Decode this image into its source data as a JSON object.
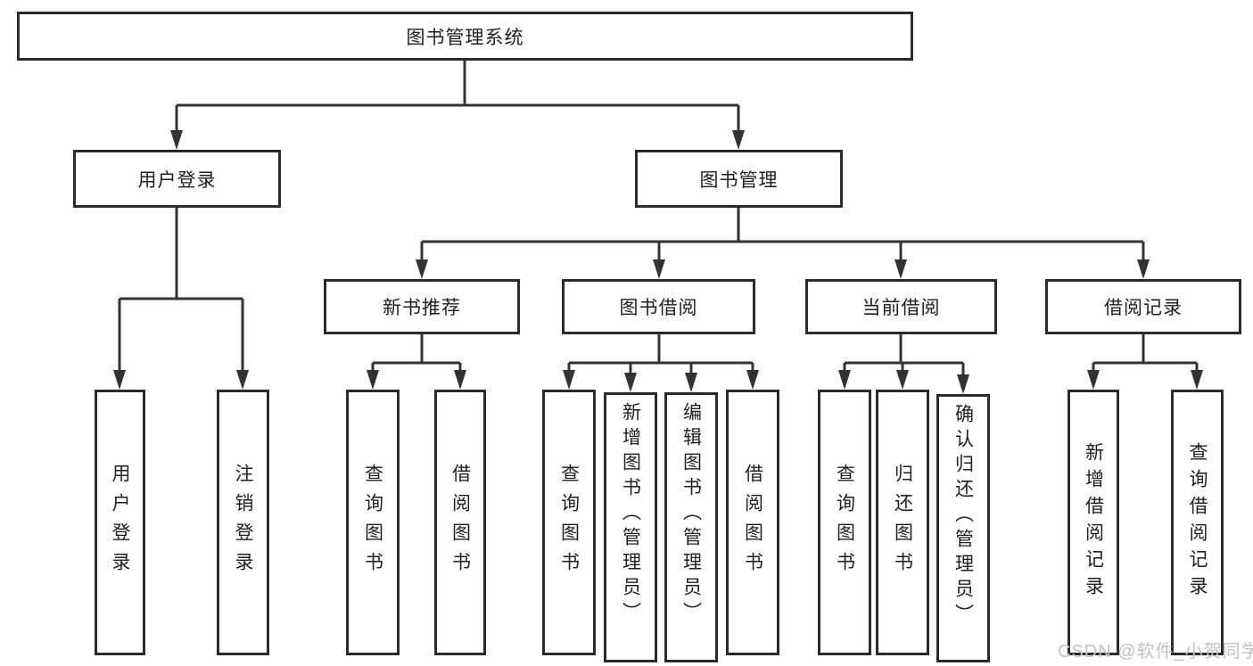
{
  "diagram": {
    "title": "图书管理系统",
    "type": "hierarchy-structure-chart",
    "colors": {
      "border": "#2b2b2b",
      "line": "#333333",
      "text": "#1f1f1f",
      "background": "#ffffff",
      "watermark": "#bfc3c6"
    },
    "watermark": "CSDN @软件_小贺同学",
    "nodes": {
      "root": {
        "label": "图书管理系统"
      },
      "user_login": {
        "label": "用户登录"
      },
      "book_mgmt": {
        "label": "图书管理"
      },
      "new_book_rec": {
        "label": "新书推荐"
      },
      "book_borrow": {
        "label": "图书借阅"
      },
      "current_borrow": {
        "label": "当前借阅"
      },
      "borrow_records": {
        "label": "借阅记录"
      },
      "leaf_user_login": {
        "label": "用户登录",
        "parent": "user_login"
      },
      "leaf_logout": {
        "label": "注销登录",
        "parent": "user_login"
      },
      "leaf_query_book_rec": {
        "label": "查询图书",
        "parent": "new_book_rec"
      },
      "leaf_borrow_book_rec": {
        "label": "借阅图书",
        "parent": "new_book_rec"
      },
      "leaf_query_book_borrow": {
        "label": "查询图书",
        "parent": "book_borrow"
      },
      "leaf_add_book": {
        "label": "新增图书（管理员）",
        "parent": "book_borrow"
      },
      "leaf_edit_book": {
        "label": "编辑图书（管理员）",
        "parent": "book_borrow"
      },
      "leaf_borrow_book": {
        "label": "借阅图书",
        "parent": "book_borrow"
      },
      "leaf_query_book_cur": {
        "label": "查询图书",
        "parent": "current_borrow"
      },
      "leaf_return_book": {
        "label": "归还图书",
        "parent": "current_borrow"
      },
      "leaf_confirm_return": {
        "label": "确认归还（管理员）",
        "parent": "current_borrow"
      },
      "leaf_add_record": {
        "label": "新增借阅记录",
        "parent": "borrow_records"
      },
      "leaf_query_record": {
        "label": "查询借阅记录",
        "parent": "borrow_records"
      }
    }
  }
}
